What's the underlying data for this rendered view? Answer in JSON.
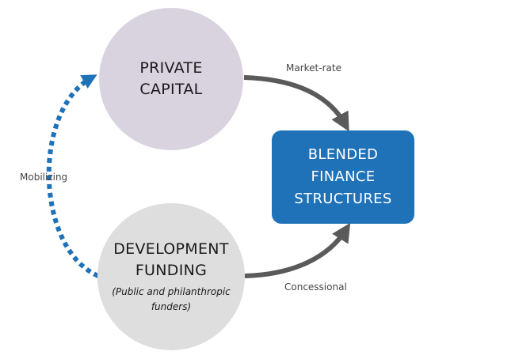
{
  "nodes": {
    "private_capital": {
      "title": "PRIVATE\nCAPITAL"
    },
    "development_funding": {
      "title": "DEVELOPMENT\nFUNDING",
      "subtitle": "(Public and philanthropic\nfunders)"
    },
    "blended_finance": {
      "title": "BLENDED\nFINANCE\nSTRUCTURES"
    }
  },
  "edges": {
    "market_rate": {
      "label": "Market-rate",
      "color": "#5a5a5a"
    },
    "concessional": {
      "label": "Concessional",
      "color": "#5a5a5a"
    },
    "mobilizing": {
      "label": "Mobilizing",
      "color": "#1f72b8",
      "style": "dotted"
    }
  },
  "colors": {
    "private_capital_fill": "#d9d2df",
    "development_funding_fill": "#dedede",
    "blended_fill": "#1f72b8"
  }
}
